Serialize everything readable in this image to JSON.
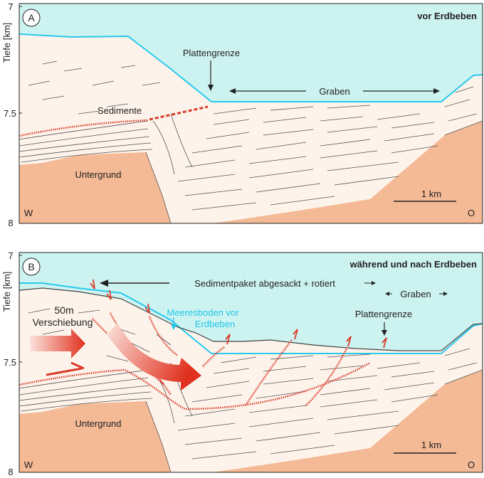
{
  "axis_label": "Tiefe [km]",
  "panels": [
    {
      "letter": "A",
      "title": "vor Erdbeben",
      "ticks": [
        "7",
        "7.5",
        "8"
      ],
      "labels": {
        "plattengrenze": "Plattengrenze",
        "graben": "Graben",
        "sedimente": "Sedimente",
        "untergrund": "Untergrund",
        "scale": "1 km",
        "west": "W",
        "east": "O"
      }
    },
    {
      "letter": "B",
      "title": "während und nach Erdbeben",
      "ticks": [
        "7",
        "7.5",
        "8"
      ],
      "labels": {
        "sedimentpaket": "Sedimentpaket abgesackt + rotiert",
        "graben": "Graben",
        "meeresboden_line1": "Meeresboden vor",
        "meeresboden_line2": "Erdbeben",
        "verschiebung_line1": "50m",
        "verschiebung_line2": "Verschiebung",
        "plattengrenze": "Plattengrenze",
        "untergrund": "Untergrund",
        "scale": "1 km",
        "west": "W",
        "east": "O"
      }
    }
  ],
  "colors": {
    "sea": "#cdf3f0",
    "seafloor_line": "#29c8ee",
    "sediment": "#fdf3ea",
    "basement": "#f4b995",
    "fault": "#d93a2b",
    "frame": "#222222"
  }
}
